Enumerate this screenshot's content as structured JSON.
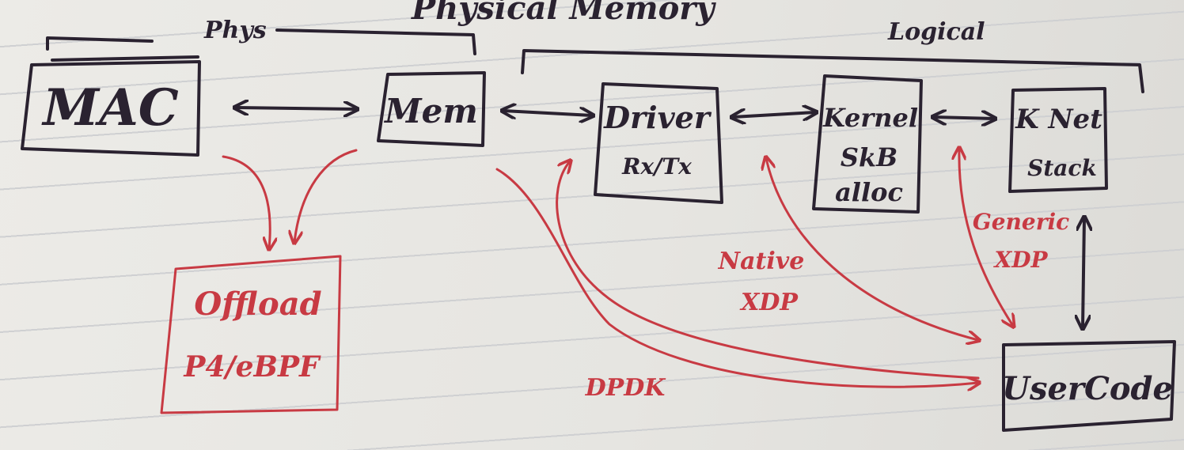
{
  "nodes": {
    "mac": "MAC",
    "mem": "Mem",
    "driver": [
      "Driver",
      "Rx/Tx"
    ],
    "kernel": [
      "Kernel",
      "SkB",
      "alloc"
    ],
    "knet": [
      "K Net",
      "Stack"
    ],
    "usercode": "UserCode",
    "offload": [
      "Offload",
      "P4/eBPF"
    ]
  },
  "labels": {
    "top_title": "Physical Memory",
    "phys": "Phys",
    "logical": "Logical",
    "native": [
      "Native",
      "XDP"
    ],
    "generic": [
      "Generic",
      "XDP"
    ],
    "dpdk": "DPDK"
  },
  "colors": {
    "ink": "#2a2230",
    "red": "#c83a43",
    "paper": "#e9e8e4"
  }
}
